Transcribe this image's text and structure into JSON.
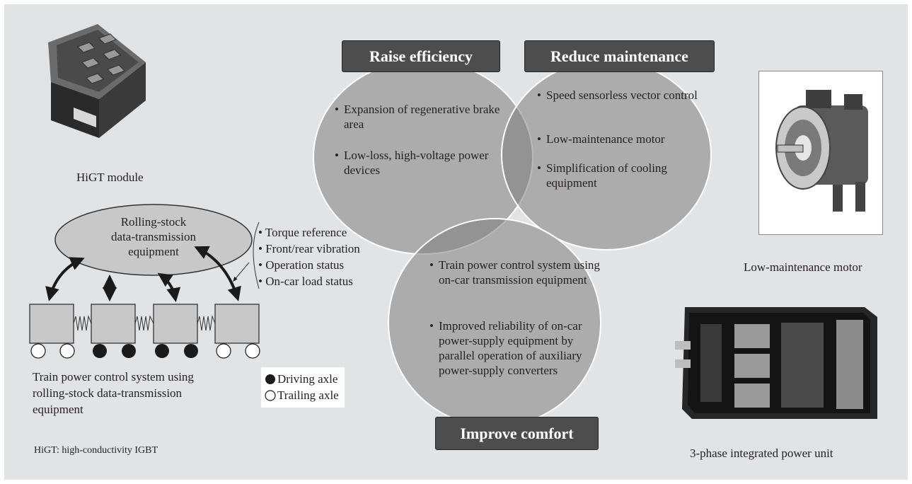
{
  "module_caption": "HiGT module",
  "motor_caption": "Low-maintenance motor",
  "power_unit_caption": "3-phase integrated power unit",
  "footnote": "HiGT: high-conductivity IGBT",
  "headers": {
    "raise_efficiency": "Raise efficiency",
    "reduce_maintenance": "Reduce maintenance",
    "improve_comfort": "Improve comfort"
  },
  "efficiency_items": [
    "Expansion of regenerative brake area",
    "Low-loss, high-voltage power devices"
  ],
  "maintenance_items": [
    "Speed sensorless vector control",
    "Low-maintenance motor",
    "Simplification of cooling equipment"
  ],
  "comfort_items": [
    "Train power control system using on-car transmission equipment",
    "Improved reliability of on-car power-supply equipment by parallel operation of auxiliary power-supply converters"
  ],
  "transmission": {
    "ellipse_lines": [
      "Rolling-stock",
      "data-transmission",
      "equipment"
    ],
    "signals": [
      "Torque reference",
      "Front/rear vibration",
      "Operation status",
      "On-car load status"
    ],
    "system_caption_lines": [
      "Train power control system using",
      "rolling-stock data-transmission",
      "equipment"
    ]
  },
  "legend": {
    "driving_axle": "Driving axle",
    "trailing_axle": "Trailing axle"
  },
  "colors": {
    "background": "#e2e3e5",
    "header_fill": "#4d4d4d",
    "circle_fill": "#9a9a9a",
    "car_fill": "#c8c8c8"
  }
}
